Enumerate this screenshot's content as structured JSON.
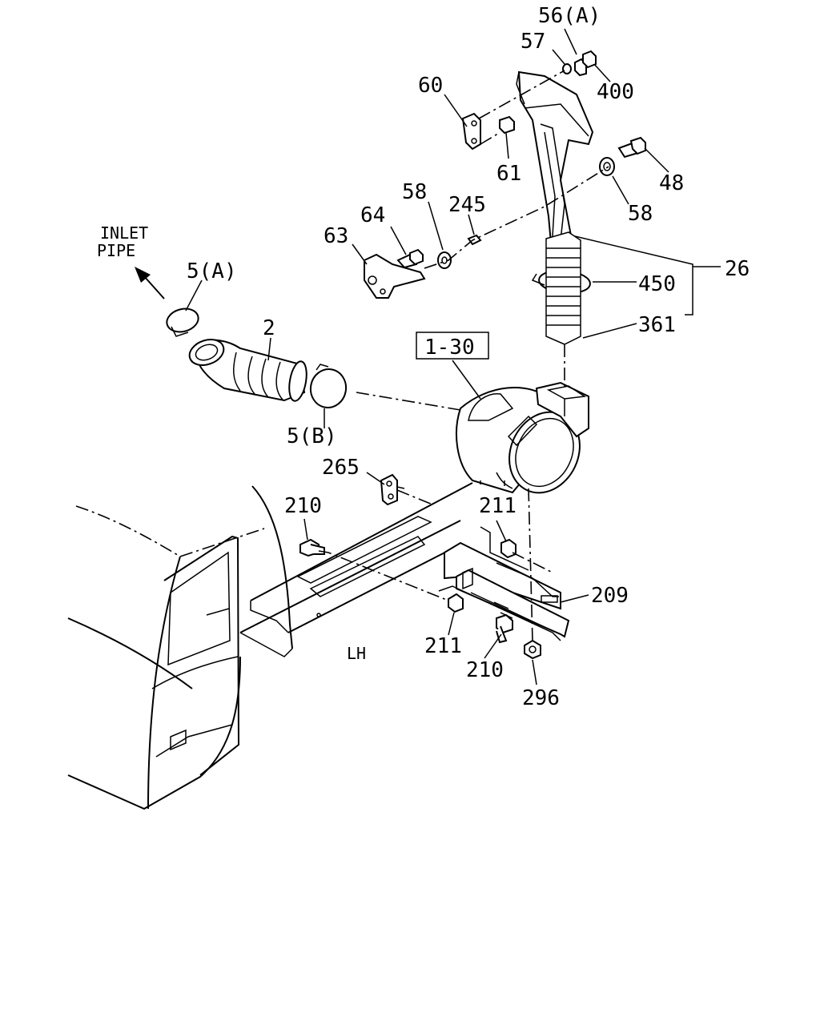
{
  "labels": {
    "p56a": "56(A)",
    "p57": "57",
    "p400": "400",
    "p60": "60",
    "p61": "61",
    "p48": "48",
    "p58_right": "58",
    "p58_left": "58",
    "p245": "245",
    "p64": "64",
    "p63": "63",
    "p26": "26",
    "p450": "450",
    "p361": "361",
    "p5a": "5(A)",
    "p2": "2",
    "p5b": "5(B)",
    "p1_30": "1-30",
    "p265": "265",
    "p210_top": "210",
    "p211_top": "211",
    "p209": "209",
    "p211_bottom": "211",
    "p210_bottom": "210",
    "p296": "296",
    "inlet_line1": "INLET",
    "inlet_line2": "PIPE",
    "side": "LH"
  }
}
